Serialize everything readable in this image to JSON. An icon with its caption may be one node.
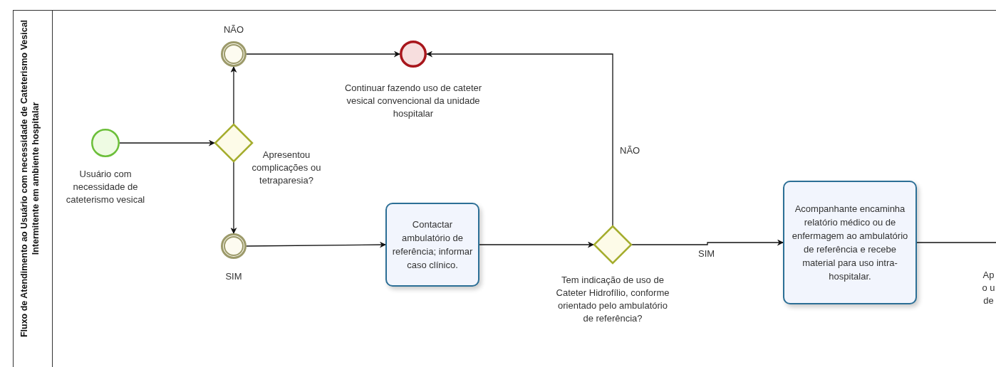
{
  "diagram": {
    "title": "Fluxo de Atendimento ao Usuário com necessidade de Cateterismo Vesical Intermitente em ambiente hospitalar",
    "nodes": [
      {
        "text": [],
        "shape": "circle",
        "beside": [
          "Usuário com necessidade de cateterismo vesical"
        ]
      },
      {
        "text": [],
        "shape": "diamond",
        "beside": [
          "Apresentou complicações ou tetraparesia?"
        ]
      },
      {
        "text": [],
        "shape": "ring",
        "beside": [
          "NÃO"
        ]
      },
      {
        "text": [],
        "shape": "circle",
        "beside": [
          "Continuar fazendo uso de cateter vesical convencional da unidade hospitalar"
        ]
      },
      {
        "text": [],
        "shape": "ring",
        "beside": [
          "SIM"
        ]
      },
      {
        "text": [
          "Contactar ambulatório de referência; informar caso clínico."
        ]
      },
      {
        "text": [],
        "shape": "diamond",
        "beside": [
          "Tem indicação de uso de Cateter Hidrofílio, conforme orientado pelo ambulatório de referência?"
        ]
      },
      {
        "text": [
          "Acompanhante encaminha relatório médico ou de enfermagem ao ambulatório de referência e recebe material para uso intra-hospitalar."
        ]
      }
    ],
    "edges": [
      {
        "from": 0,
        "to": 1,
        "arrow": "to"
      },
      {
        "from": 1,
        "to": 2,
        "arrow": "to"
      },
      {
        "from": 1,
        "to": 4,
        "arrow": "to"
      },
      {
        "from": 2,
        "to": 3,
        "arrow": "to"
      },
      {
        "from": 6,
        "to": 3,
        "arrow": "to",
        "label": "NÃO"
      },
      {
        "from": 4,
        "to": 5,
        "arrow": "to"
      },
      {
        "from": 5,
        "to": 6,
        "arrow": "to"
      },
      {
        "from": 6,
        "to": 7,
        "arrow": "to",
        "label": "SIM"
      },
      {
        "from": 7,
        "to": null,
        "arrow": "none"
      }
    ],
    "labels": [
      "Ap o u de"
    ]
  }
}
